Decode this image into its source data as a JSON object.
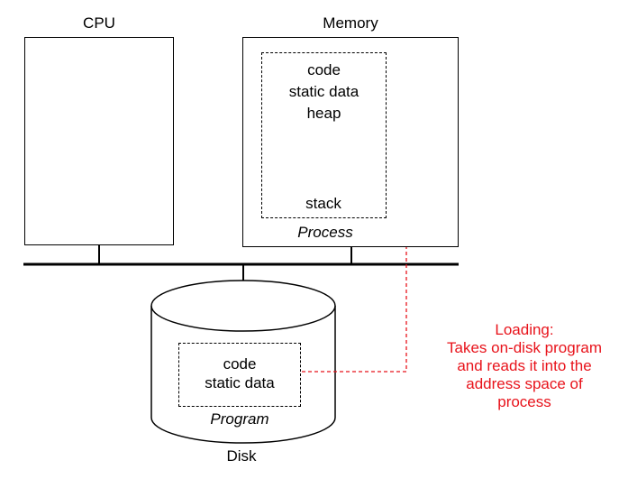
{
  "cpu": {
    "title": "CPU"
  },
  "memory": {
    "title": "Memory",
    "process_lines": [
      "code",
      "static data",
      "heap"
    ],
    "stack_label": "stack",
    "process_label": "Process"
  },
  "disk": {
    "title": "Disk",
    "program_lines": [
      "code",
      "static data"
    ],
    "program_label": "Program"
  },
  "loading": {
    "title": "Loading:",
    "description_lines": [
      "Takes on-disk program",
      "and reads it into the",
      "address space of",
      "process"
    ]
  },
  "colors": {
    "line": "#000000",
    "accent": "#e8131b",
    "background": "#ffffff"
  }
}
